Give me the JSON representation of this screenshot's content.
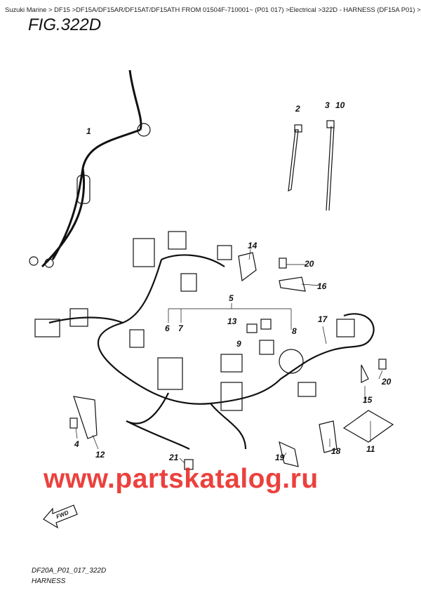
{
  "breadcrumb": "Suzuki Marine > DF15 >DF15A/DF15AR/DF15AT/DF15ATH FROM 01504F-710001~ (P01 017) >Electrical >322D - HARNESS (DF15A P01) >",
  "figure_title": "FIG.322D",
  "callouts": {
    "c1": "1",
    "c2": "2",
    "c3": "3",
    "c10": "10",
    "c4": "4",
    "c5": "5",
    "c6": "6",
    "c7": "7",
    "c8": "8",
    "c9": "9",
    "c11": "11",
    "c12": "12",
    "c13": "13",
    "c14": "14",
    "c15": "15",
    "c16": "16",
    "c17": "17",
    "c18": "18",
    "c19": "19",
    "c20a": "20",
    "c20b": "20",
    "c21": "21"
  },
  "fwd_label": "FWD",
  "watermark": "www.partskatalog.ru",
  "footer": {
    "code": "DF20A_P01_017_322D",
    "name": "HARNESS"
  }
}
